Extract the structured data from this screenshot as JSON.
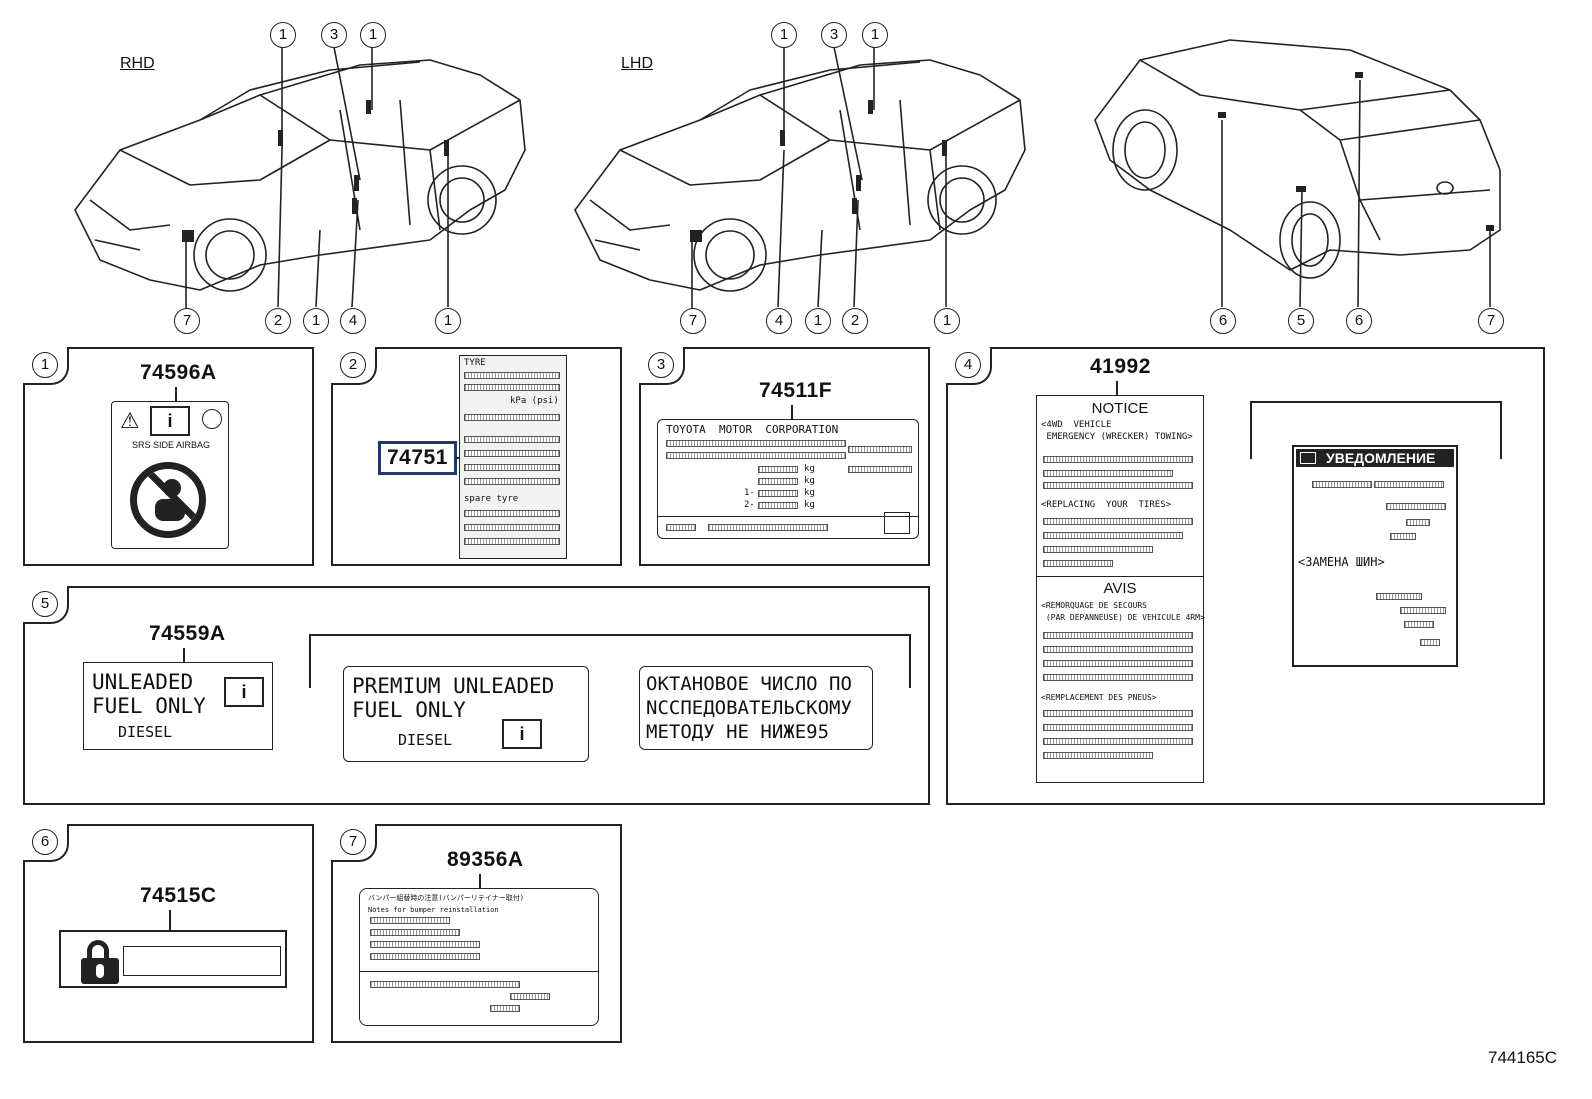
{
  "diagram_code": "744165C",
  "views": {
    "rhd_label": "RHD",
    "lhd_label": "LHD",
    "rhd_callouts_top": [
      "1",
      "3",
      "1"
    ],
    "rhd_callouts_bottom": [
      "7",
      "2",
      "1",
      "4",
      "1"
    ],
    "lhd_callouts_top": [
      "1",
      "3",
      "1"
    ],
    "lhd_callouts_bottom": [
      "7",
      "4",
      "1",
      "2",
      "1"
    ],
    "rear_callouts": [
      "6",
      "5",
      "6",
      "7"
    ]
  },
  "panels": [
    {
      "index": "1",
      "part_number": "74596A"
    },
    {
      "index": "2",
      "part_number": "74751"
    },
    {
      "index": "3",
      "part_number": "74511F"
    },
    {
      "index": "4",
      "part_number": "41992"
    },
    {
      "index": "5",
      "part_number": "74559A"
    },
    {
      "index": "6",
      "part_number": "74515C"
    },
    {
      "index": "7",
      "part_number": "89356A"
    }
  ],
  "label1": {
    "text": "SRS  SIDE  AIRBAG"
  },
  "label2": {
    "lines": [
      "TYRE",
      "kPa (psi)",
      "spare tyre"
    ]
  },
  "label3": {
    "title": "TOYOTA  MOTOR  CORPORATION",
    "units": [
      "kg",
      "kg",
      "kg",
      "kg"
    ],
    "rows": [
      "1-",
      "2-"
    ]
  },
  "label4": {
    "notice_title": "NOTICE",
    "notice_line1": "<4WD  VEHICLE",
    "notice_line2": " EMERGENCY (WRECKER) TOWING>",
    "notice_tires": "<REPLACING  YOUR  TIRES>",
    "avis_title": "AVIS",
    "avis_line1": "<REMORQUAGE DE SECOURS",
    "avis_line2": " (PAR DEPANNEUSE) DE VEHICULE 4RM>",
    "avis_tires": "<REMPLACEMENT DES PNEUS>",
    "ru_title": "УВЕДОМЛЕНИЕ",
    "ru_tires": "<ЗАМЕНА ШИН>"
  },
  "label5": {
    "a_line1": "UNLEADED",
    "a_line2": "FUEL ONLY",
    "diesel": "DIESEL",
    "b_line1": "PREMIUM  UNLEADED",
    "b_line2": "FUEL  ONLY",
    "c_line1": "ОКТАНОВОЕ ЧИСЛО ПО",
    "c_line2": "NССПЕДОВАТЕЛЬСКОМУ",
    "c_line3": "МЕТОДУ НЕ НИЖЕ95"
  },
  "label7": {
    "line1": "バンパー組替時の注意(バンパーリテイナー取付)",
    "line2": "Notes for bumper reinstallation"
  }
}
